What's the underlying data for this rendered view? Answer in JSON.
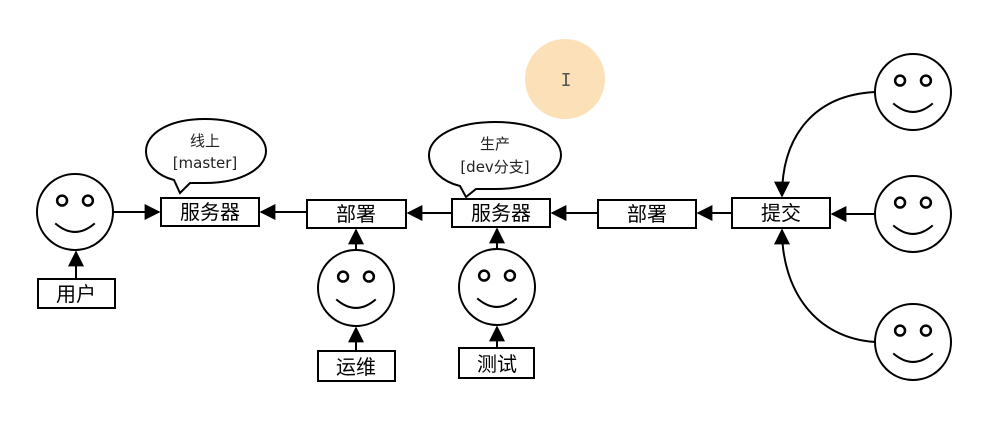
{
  "colors": {
    "stroke": "#000000",
    "background": "#ffffff",
    "cursor_highlight": "#fbe0b8"
  },
  "nodes": {
    "server_online": "服务器",
    "deploy_online": "部署",
    "server_dev": "服务器",
    "deploy_dev": "部署",
    "commit": "提交",
    "user_label": "用户",
    "ops_label": "运维",
    "test_label": "测试"
  },
  "bubbles": {
    "online": {
      "line1": "线上",
      "line2": "[master]"
    },
    "dev": {
      "line1": "生产",
      "line2": "[dev分支]"
    }
  },
  "icons": {
    "person": "smiley-face-icon",
    "cursor": "text-cursor-icon"
  },
  "cursor": {
    "glyph": "I"
  }
}
